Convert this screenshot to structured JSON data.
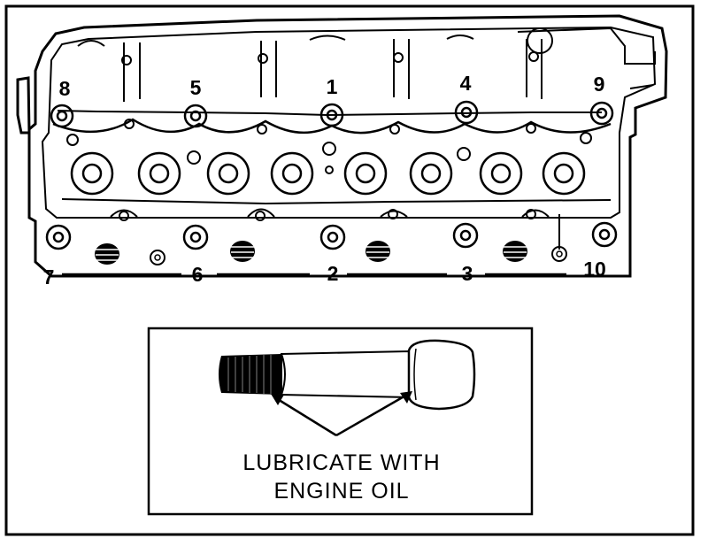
{
  "cylinder_head": {
    "bolt_labels": [
      "1",
      "2",
      "3",
      "4",
      "5",
      "6",
      "7",
      "8",
      "9",
      "10"
    ]
  },
  "inset": {
    "caption_line1": "LUBRICATE WITH",
    "caption_line2": "ENGINE OIL"
  },
  "colors": {
    "ink": "#000000",
    "paper": "#ffffff"
  }
}
